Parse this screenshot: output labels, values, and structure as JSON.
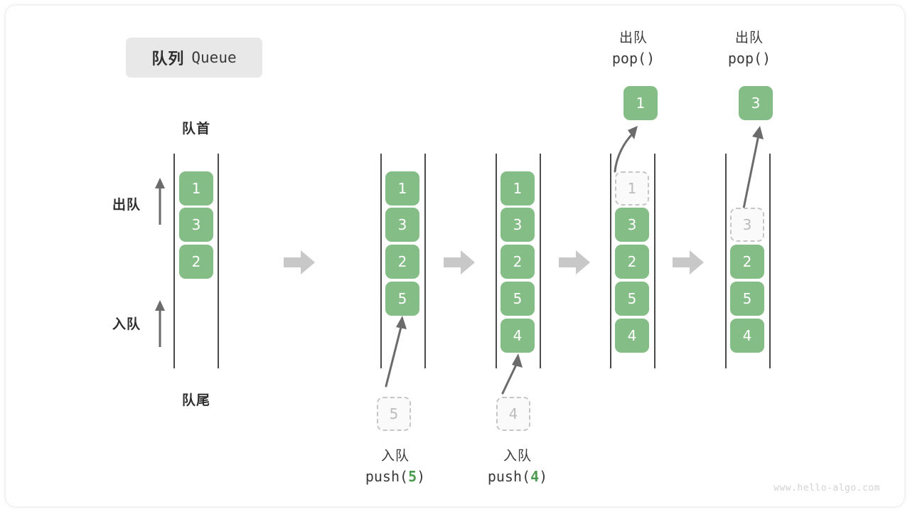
{
  "title": {
    "cn": "队列",
    "en": "Queue"
  },
  "labels": {
    "front": "队首",
    "rear": "队尾",
    "dequeue": "出队",
    "enqueue": "入队"
  },
  "colors": {
    "cell_fill": "#85bd86",
    "cell_text": "#ffffff",
    "ghost_border": "#c6c6c6",
    "ghost_text": "#bcbcbc",
    "rail": "#4a4a4a",
    "step_arrow": "#c8c8c8",
    "accent_green": "#4b9b4f",
    "chip_bg": "#e8e8e8"
  },
  "columns": [
    {
      "name": "initial-queue",
      "cells": [
        {
          "value": "1",
          "state": "filled"
        },
        {
          "value": "3",
          "state": "filled"
        },
        {
          "value": "2",
          "state": "filled"
        }
      ]
    },
    {
      "name": "after-push-5",
      "cells": [
        {
          "value": "1",
          "state": "filled"
        },
        {
          "value": "3",
          "state": "filled"
        },
        {
          "value": "2",
          "state": "filled"
        },
        {
          "value": "5",
          "state": "filled"
        }
      ],
      "incoming": {
        "value": "5",
        "state": "ghost"
      },
      "caption": {
        "cn": "入队",
        "code_prefix": "push(",
        "arg": "5",
        "code_suffix": ")"
      }
    },
    {
      "name": "after-push-4",
      "cells": [
        {
          "value": "1",
          "state": "filled"
        },
        {
          "value": "3",
          "state": "filled"
        },
        {
          "value": "2",
          "state": "filled"
        },
        {
          "value": "5",
          "state": "filled"
        },
        {
          "value": "4",
          "state": "filled"
        }
      ],
      "incoming": {
        "value": "4",
        "state": "ghost"
      },
      "caption": {
        "cn": "入队",
        "code_prefix": "push(",
        "arg": "4",
        "code_suffix": ")"
      }
    },
    {
      "name": "after-pop-1",
      "cells": [
        {
          "value": "1",
          "state": "ghost"
        },
        {
          "value": "3",
          "state": "filled"
        },
        {
          "value": "2",
          "state": "filled"
        },
        {
          "value": "5",
          "state": "filled"
        },
        {
          "value": "4",
          "state": "filled"
        }
      ],
      "outgoing": {
        "value": "1",
        "state": "filled"
      },
      "caption": {
        "cn": "出队",
        "code_prefix": "pop(",
        "arg": "",
        "code_suffix": ")"
      }
    },
    {
      "name": "after-pop-3",
      "cells": [
        {
          "value": "3",
          "state": "ghost"
        },
        {
          "value": "2",
          "state": "filled"
        },
        {
          "value": "5",
          "state": "filled"
        },
        {
          "value": "4",
          "state": "filled"
        }
      ],
      "outgoing": {
        "value": "3",
        "state": "filled"
      },
      "caption": {
        "cn": "出队",
        "code_prefix": "pop(",
        "arg": "",
        "code_suffix": ")"
      }
    }
  ],
  "watermark": "www.hello-algo.com"
}
